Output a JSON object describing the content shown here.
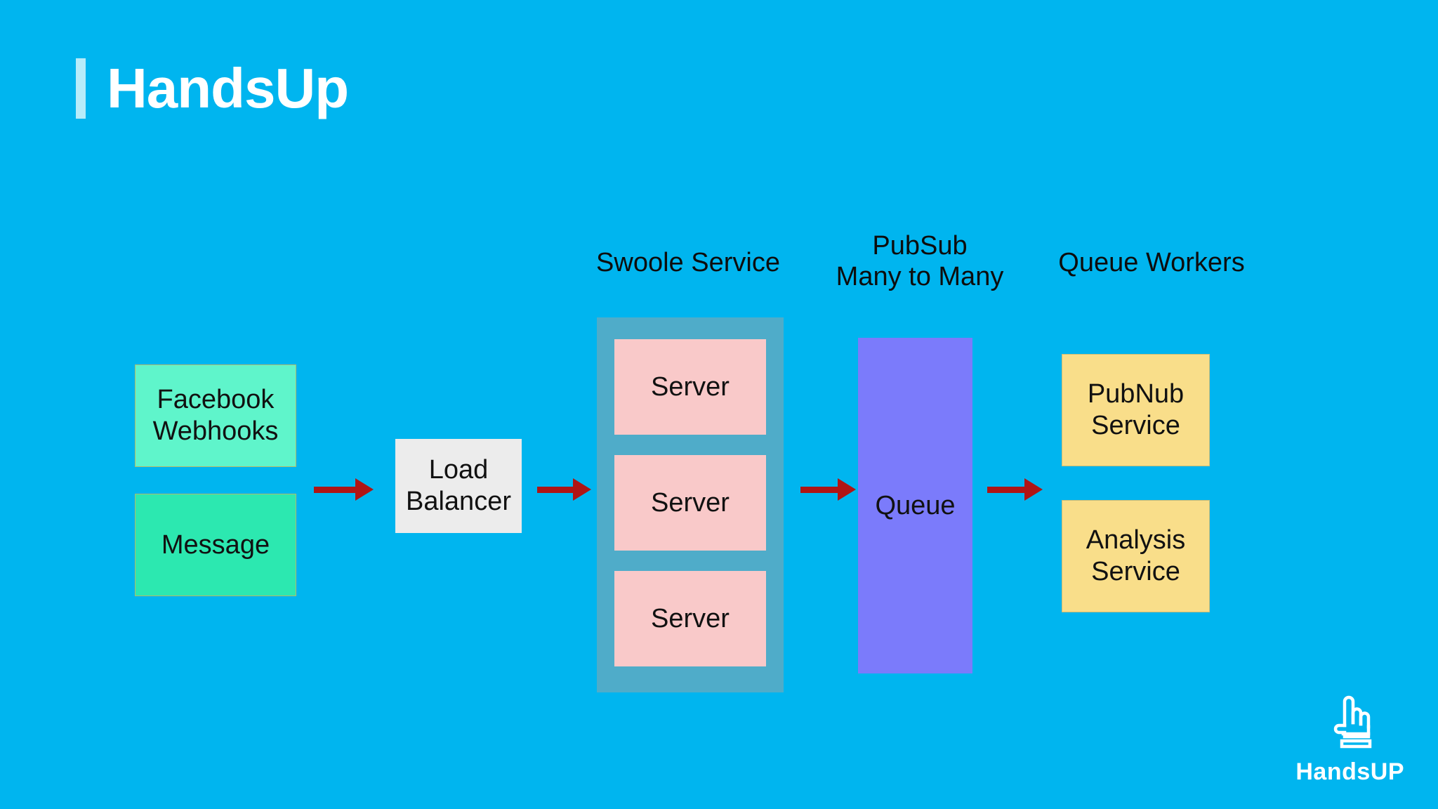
{
  "slide": {
    "background_color": "#00b5ef",
    "title": "HandsUp"
  },
  "group_labels": {
    "swoole": "Swoole Service",
    "pubsub": "PubSub\nMany to Many",
    "queue_workers": "Queue Workers"
  },
  "nodes": {
    "facebook_webhooks": {
      "label": "Facebook\nWebhooks",
      "color": "#5ff5cb"
    },
    "message": {
      "label": "Message",
      "color": "#2ce8b0"
    },
    "load_balancer": {
      "label": "Load\nBalancer",
      "color": "#ececec"
    },
    "swoole_container": {
      "color": "#4facc9"
    },
    "servers": [
      {
        "label": "Server",
        "color": "#f9c9c9"
      },
      {
        "label": "Server",
        "color": "#f9c9c9"
      },
      {
        "label": "Server",
        "color": "#f9c9c9"
      }
    ],
    "queue": {
      "label": "Queue",
      "color": "#7b7bfb"
    },
    "pubnub_service": {
      "label": "PubNub\nService",
      "color": "#f9de8a"
    },
    "analysis_service": {
      "label": "Analysis\nService",
      "color": "#f9de8a"
    }
  },
  "arrows": {
    "color": "#b01515",
    "flows": [
      "facebook-webhooks-to-load-balancer",
      "load-balancer-to-swoole-service",
      "swoole-service-to-queue",
      "queue-to-queue-workers"
    ]
  },
  "logo": {
    "text": "HandsUP",
    "icon": "pointing-hand-icon",
    "color": "#ffffff"
  }
}
